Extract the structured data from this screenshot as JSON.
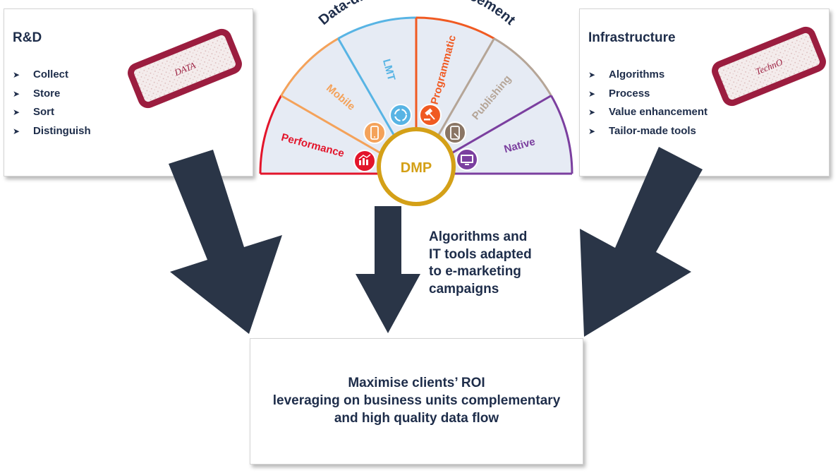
{
  "left_box": {
    "title": "R&D",
    "stamp": "DATA",
    "items": [
      "Collect",
      "Store",
      "Sort",
      "Distinguish"
    ]
  },
  "right_box": {
    "title": "Infrastructure",
    "stamp": "TechnO",
    "items": [
      "Algorithms",
      "Process",
      "Value enhancement",
      "Tailor-made tools"
    ]
  },
  "fan": {
    "title": "Data-driven BUs enhancement",
    "center": "DMP",
    "segments": [
      {
        "label": "Performance",
        "color": "#e3152b",
        "icon": "chart-icon"
      },
      {
        "label": "Mobile",
        "color": "#f4a25a",
        "icon": "smartphone-icon"
      },
      {
        "label": "LMT",
        "color": "#58b4e4",
        "icon": "refresh-icon"
      },
      {
        "label": "Programmatic",
        "color": "#f05a22",
        "icon": "gavel-icon"
      },
      {
        "label": "Publishing",
        "color": "#b5a597",
        "icon": "tablet-icon"
      },
      {
        "label": "Native",
        "color": "#7b3f9f",
        "icon": "monitor-icon"
      }
    ]
  },
  "caption": [
    "Algorithms and",
    "IT tools adapted",
    "to e-marketing",
    "campaigns"
  ],
  "bottom_box": [
    "Maximise clients’ ROI",
    "leveraging on business units complementary",
    "and high quality data flow"
  ],
  "colors": {
    "navy": "#1e2d4a",
    "arrow": "#2a3547",
    "gold": "#d4a017",
    "stamp": "#9b1d3f",
    "segment_fill": "#e6ebf4"
  }
}
